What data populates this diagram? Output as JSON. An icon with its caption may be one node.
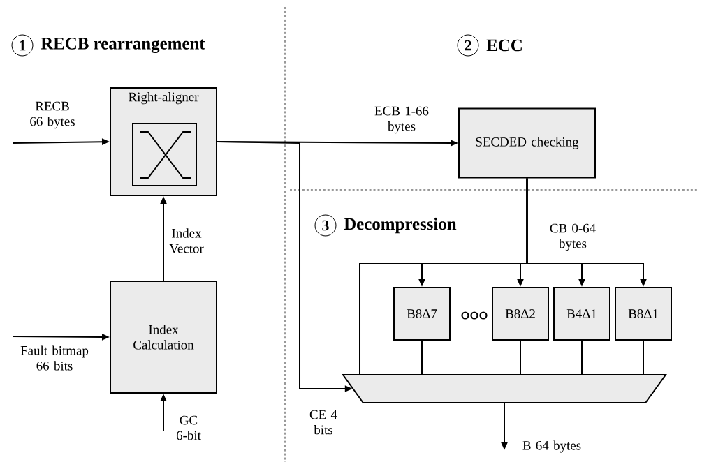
{
  "diagram": {
    "nodes": [
      {
        "text": [
          "Right-aligner"
        ]
      },
      {
        "text": [
          "Index Calculation"
        ]
      },
      {
        "text": [
          "SECDED checking"
        ]
      },
      {
        "text": [
          "B8Δ7"
        ]
      },
      {
        "text": [
          "B8Δ2"
        ]
      },
      {
        "text": [
          "B4Δ1"
        ]
      },
      {
        "text": [
          "B8Δ1"
        ]
      },
      {
        "text": [],
        "shape": "trapezoid"
      }
    ],
    "edges": [
      {
        "from": null,
        "to": 0,
        "arrow": "to",
        "label": "RECB 66 bytes"
      },
      {
        "from": null,
        "to": 1,
        "arrow": "to",
        "label": "Fault bitmap 66 bits"
      },
      {
        "from": null,
        "to": 1,
        "arrow": "to",
        "label": "GC 6-bit"
      },
      {
        "from": 1,
        "to": 0,
        "arrow": "to",
        "label": "Index Vector"
      },
      {
        "from": 0,
        "to": 2,
        "arrow": "to",
        "label": "ECB 1-66 bytes"
      },
      {
        "from": 0,
        "to": 7,
        "arrow": "to",
        "label": "CE 4 bits"
      },
      {
        "from": 2,
        "to": 3,
        "arrow": "to",
        "label": "CB 0-64 bytes"
      },
      {
        "from": 2,
        "to": 4,
        "arrow": "to"
      },
      {
        "from": 2,
        "to": 5,
        "arrow": "to"
      },
      {
        "from": 2,
        "to": 6,
        "arrow": "to"
      },
      {
        "from": 2,
        "to": 7,
        "arrow": "none"
      },
      {
        "from": 3,
        "to": 7,
        "arrow": "none"
      },
      {
        "from": 4,
        "to": 7,
        "arrow": "none"
      },
      {
        "from": 5,
        "to": 7,
        "arrow": "none"
      },
      {
        "from": 6,
        "to": 7,
        "arrow": "none"
      },
      {
        "from": 7,
        "to": null,
        "arrow": "to",
        "label": "B 64 bytes"
      }
    ],
    "labels": [
      "1",
      "RECB rearrangement",
      "2",
      "ECC",
      "3",
      "Decompression"
    ]
  }
}
